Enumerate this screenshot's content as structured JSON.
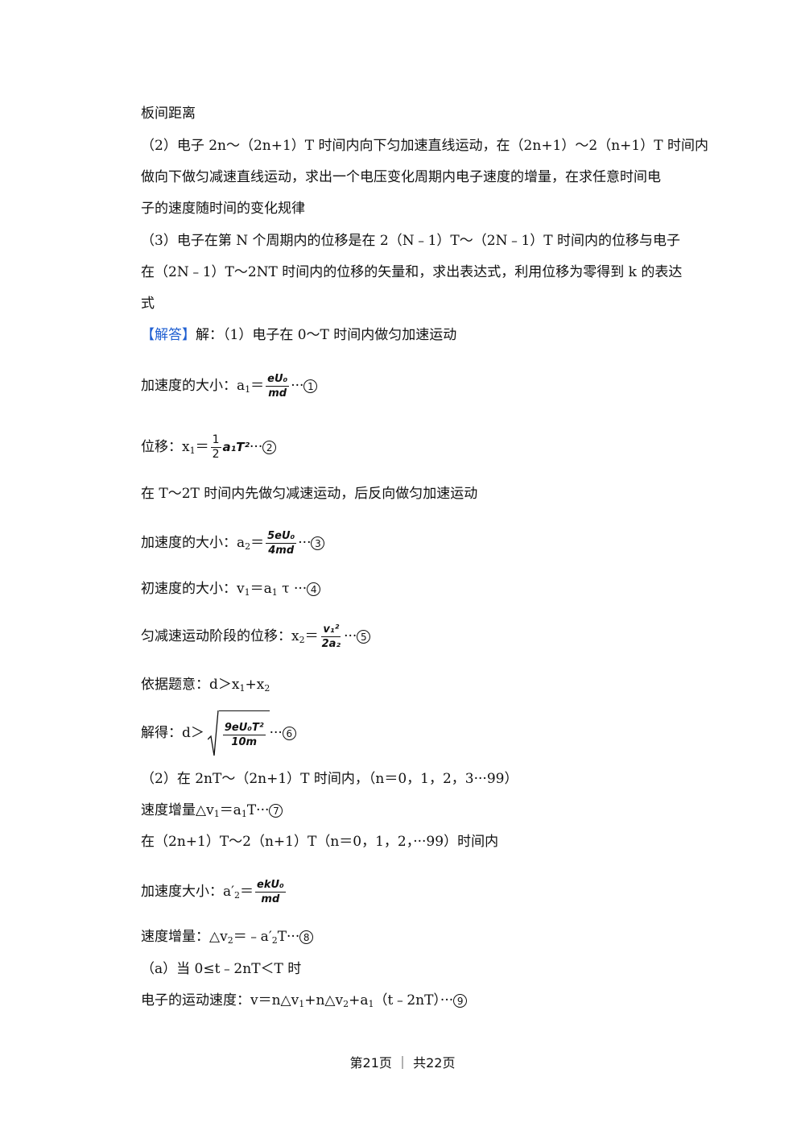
{
  "lines": {
    "l1": "板间距离",
    "l2": "（2）电子 2n～（2n+1）T 时间内向下匀加速直线运动，在（2n+1）～2（n+1）T 时间内",
    "l3": "做向下做匀减速直线运动，求出一个电压变化周期内电子速度的增量，在求任意时间电",
    "l4": "子的速度随时间的变化规律",
    "l5": "（3）电子在第 N 个周期内的位移是在 2（N﹣1）T～（2N﹣1）T 时间内的位移与电子",
    "l6": "在（2N﹣1）T～2NT 时间内的位移的矢量和，求出表达式，利用位移为零得到 k 的表达",
    "l7": "式",
    "answer_tag": "【解答】",
    "answer_text": "解：（1）电子在 0～T 时间内做匀加速运动",
    "a1_label": "加速度的大小：a",
    "a1_num": "eU₀",
    "a1_den": "md",
    "x1_label": "位移：x",
    "x1_frac_num": "1",
    "x1_frac_den": "2",
    "x1_rest": "a₁T²",
    "l_T2T": "在 T～2T 时间内先做匀减速运动，后反向做匀加速运动",
    "a2_label": "加速度的大小：a",
    "a2_num": "5eU₀",
    "a2_den": "4md",
    "v1_label": "初速度的大小：v",
    "v1_rest": "＝a",
    "v1_tau": " τ ···",
    "x2_label": "匀减速运动阶段的位移：x",
    "x2_num": "v₁²",
    "x2_den": "2a₂",
    "cond_label": "依据题意：d＞x",
    "cond_plus": "+x",
    "sol_label": "解得：d＞",
    "sol_num": "9eU₀T²",
    "sol_den": "10m",
    "p2_l1": "（2）在 2nT～（2n+1）T 时间内，（n＝0，1，2，3···99）",
    "dv1_label": "速度增量△v",
    "dv1_rest": "＝a",
    "dv1_tail": "T···",
    "p2_l3": "在（2n+1）T～2（n+1）T（n＝0，1，2，···99）时间内",
    "ap_label": "加速度大小：a′",
    "ap_num": "ekU₀",
    "ap_den": "md",
    "dv2_label": "速度增量：△v",
    "dv2_rest": "＝﹣a′",
    "dv2_tail": "T···",
    "case_a": "（a）当 0≤t﹣2nT＜T 时",
    "v_label": "电子的运动速度：v＝n△v",
    "v_mid1": "+n△v",
    "v_mid2": "+a",
    "v_tail": "（t﹣2nT）···",
    "sub1": "1",
    "sub2": "2",
    "eq": "＝",
    "dots": "···",
    "c1": "1",
    "c2": "2",
    "c3": "3",
    "c4": "4",
    "c5": "5",
    "c6": "6",
    "c7": "7",
    "c8": "8",
    "c9": "9"
  },
  "footer": "第21页 ｜ 共22页"
}
